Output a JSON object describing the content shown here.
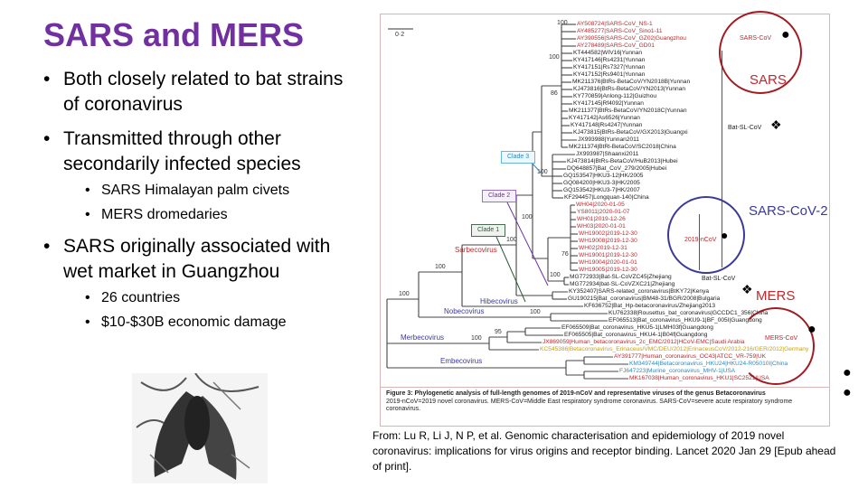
{
  "slide": {
    "title": "SARS and MERS",
    "bullets": [
      "Both closely related to bat strains of coronavirus",
      "Transmitted through other secondarily infected species",
      "SARS originally associated with wet market in Guangzhou"
    ],
    "sub_bullets_2": [
      "SARS Himalayan palm civets",
      "MERS dromedaries"
    ],
    "sub_bullets_3": [
      "26 countries",
      "$10-$30B economic damage"
    ],
    "citation": "From: Lu R, Li J, N P, et al. Genomic characterisation and epidemiology of 2019 novel coronavirus: implications for virus origins and receptor binding. Lancet 2020 Jan 29 [Epub ahead of print]."
  },
  "figure": {
    "scale_label": "0·2",
    "caption_title": "Figure 3: Phylogenetic analysis of full-length genomes of 2019-nCoV and representative viruses of the genus Betacoronavirus",
    "caption_text": "2019-nCoV=2019 novel coronavirus. MERS-CoV=Middle East respiratory syndrome coronavirus. SARS-CoV=severe acute respiratory syndrome coronavirus.",
    "colors": {
      "red": "#c0282d",
      "black": "#222222",
      "yellow": "#c9a000",
      "blue": "#2e8bc0",
      "purple": "#7030a0",
      "genus_blue": "#3a3a9a"
    },
    "leaves": [
      {
        "t": "AY508724|SARS-CoV_NS-1",
        "c": "red"
      },
      {
        "t": "AY485277|SARS-CoV_Sino1-11",
        "c": "red"
      },
      {
        "t": "AY390556|SARS-CoV_GZ02|Guangzhou",
        "c": "red"
      },
      {
        "t": "AY278489|SARS-CoV_GD01",
        "c": "red"
      },
      {
        "t": "KT444582|WIV16|Yunnan",
        "c": "black"
      },
      {
        "t": "KY417146|Rs4231|Yunnan",
        "c": "black"
      },
      {
        "t": "KY417151|Rs7327|Yunnan",
        "c": "black"
      },
      {
        "t": "KY417152|Rs9401|Yunnan",
        "c": "black"
      },
      {
        "t": "MK211376|BtRs-BetaCoV/YN2018B|Yunnan",
        "c": "black"
      },
      {
        "t": "KJ473816|BtRs-BetaCoV/YN2013|Yunnan",
        "c": "black"
      },
      {
        "t": "KY770859|Anlong-112|Guizhou",
        "c": "black"
      },
      {
        "t": "KY417145|Rf4092|Yunnan",
        "c": "black"
      },
      {
        "t": "MK211377|BtRs-BetaCoV/YN2018C|Yunnan",
        "c": "black"
      },
      {
        "t": "KY417142|As6526|Yunnan",
        "c": "black"
      },
      {
        "t": "KY417148|Rs4247|Yunnan",
        "c": "black"
      },
      {
        "t": "KJ473815|BtRs-BetaCoV/GX2013|Guangxi",
        "c": "black"
      },
      {
        "t": "JX993988|Yunnan2011",
        "c": "black"
      },
      {
        "t": "MK211374|BtRl-BetaCoV/SC2018|China",
        "c": "black"
      },
      {
        "t": "JX993987|Shaanxi2011",
        "c": "black"
      },
      {
        "t": "KJ473814|BtRs-BetaCoV/HuB2013|Hubei",
        "c": "black"
      },
      {
        "t": "DQ648857|Bat_CoV_279/2005|Hubei",
        "c": "black"
      },
      {
        "t": "GQ153547|HKU3-12|HK/2005",
        "c": "black"
      },
      {
        "t": "GQ084200|HKU3-3|HK/2005",
        "c": "black"
      },
      {
        "t": "GQ153542|HKU3-7|HK/2007",
        "c": "black"
      },
      {
        "t": "KF294457|Longquan-140|China",
        "c": "black"
      },
      {
        "t": "WH04|2020-01-05",
        "c": "red"
      },
      {
        "t": "YS8011|2020-01-07",
        "c": "red"
      },
      {
        "t": "WH01|2019-12-26",
        "c": "red"
      },
      {
        "t": "WH03|2020-01-01",
        "c": "red"
      },
      {
        "t": "WH19002|2019-12-30",
        "c": "red"
      },
      {
        "t": "WH19008|2019-12-30",
        "c": "red"
      },
      {
        "t": "WH02|2019-12-31",
        "c": "red"
      },
      {
        "t": "WH19001|2019-12-30",
        "c": "red"
      },
      {
        "t": "WH19004|2020-01-01",
        "c": "red"
      },
      {
        "t": "WH19005|2019-12-30",
        "c": "red"
      },
      {
        "t": "MG772933|Bat-SL-CoVZC45|Zhejiang",
        "c": "black"
      },
      {
        "t": "MG772934|bat-SL-CoVZXC21|Zhejiang",
        "c": "black"
      },
      {
        "t": "KY352407|SARS-related_coronavirus|BtKY72|Kenya",
        "c": "black"
      },
      {
        "t": "GU190215|Bat_coronavirus|BM48-31/BGR/2008|Bulgaria",
        "c": "black"
      },
      {
        "t": "KF636752|Bat_Hp-betacoronavirus/Zhejiang2013",
        "c": "black"
      },
      {
        "t": "KU762338|Rousettus_bat_coronavirus|GCCDC1_356|China",
        "c": "black"
      },
      {
        "t": "EF065513|Bat_coronavirus_HKU9-1|BF_005I|Guangdong",
        "c": "black"
      },
      {
        "t": "EF065509|Bat_coronavirus_HKU5-1|LMH03f|Guangdong",
        "c": "black"
      },
      {
        "t": "EF065505|Bat_coronavirus_HKU4-1|B04f|Guangdong",
        "c": "black"
      },
      {
        "t": "JX869059|Human_betacoronavirus_2c_EMC/2012|HCoV-EMC|Saudi Arabia",
        "c": "red"
      },
      {
        "t": "KC545386|Betacoronavirus_Erinaceus/VMC/DEU/2012|ErinaceusCoV/2012-216/GER/2012|Germany",
        "c": "yellow"
      },
      {
        "t": "AY391777|Human_coronavirus_OC43|ATCC_VR-759|UK",
        "c": "red"
      },
      {
        "t": "KM349744|Betacoronavirus_HKU24|HKU24-R05010I|China",
        "c": "blue"
      },
      {
        "t": "FJ647223|Murine_coronavirus_MHV-1|USA",
        "c": "blue"
      },
      {
        "t": "MK167038|Human_coronavirus_HKU1|SC2521|USA",
        "c": "red"
      }
    ],
    "clades": [
      "Clade 3",
      "Clade 2",
      "Clade 1"
    ],
    "genera": [
      "Sarbecovirus",
      "Hibecovirus",
      "Nobecovirus",
      "Merbecovirus",
      "Embecovirus"
    ],
    "bootstrap": {
      "b100": "100",
      "b86": "86",
      "b76": "76",
      "b95": "95"
    },
    "annotations": {
      "sars_cov": "SARS-CoV",
      "sars": "SARS",
      "bat_sl": "Bat-SL-CoV",
      "ncov": "2019-nCoV",
      "sars_cov_2": "SARS-CoV-2",
      "bat_sl2": "Bat-SL-CoV",
      "mers": "MERS",
      "mers_cov": "MERS-CoV"
    }
  }
}
